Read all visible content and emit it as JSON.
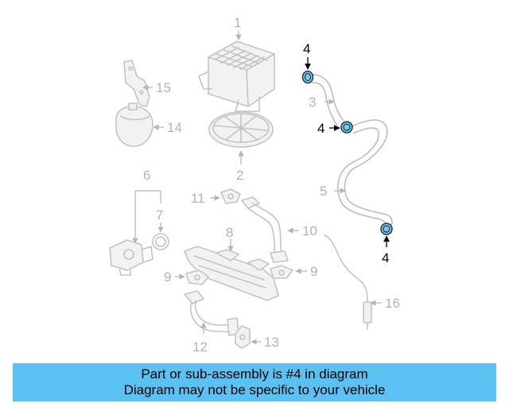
{
  "diagram": {
    "callouts": {
      "c1": "1",
      "c2": "2",
      "c3": "3",
      "c4a": "4",
      "c4b": "4",
      "c4c": "4",
      "c5": "5",
      "c6": "6",
      "c7": "7",
      "c8": "8",
      "c9a": "9",
      "c9b": "9",
      "c10": "10",
      "c11": "11",
      "c12": "12",
      "c13": "13",
      "c14": "14",
      "c15": "15",
      "c16": "16"
    },
    "highlight_color": "#7ec8e8",
    "dim_color": "#b4b4b4"
  },
  "banner": {
    "line1": "Part or sub-assembly is #4 in diagram",
    "line2": "Diagram may not be specific to your vehicle",
    "background": "#5bc0f2"
  }
}
